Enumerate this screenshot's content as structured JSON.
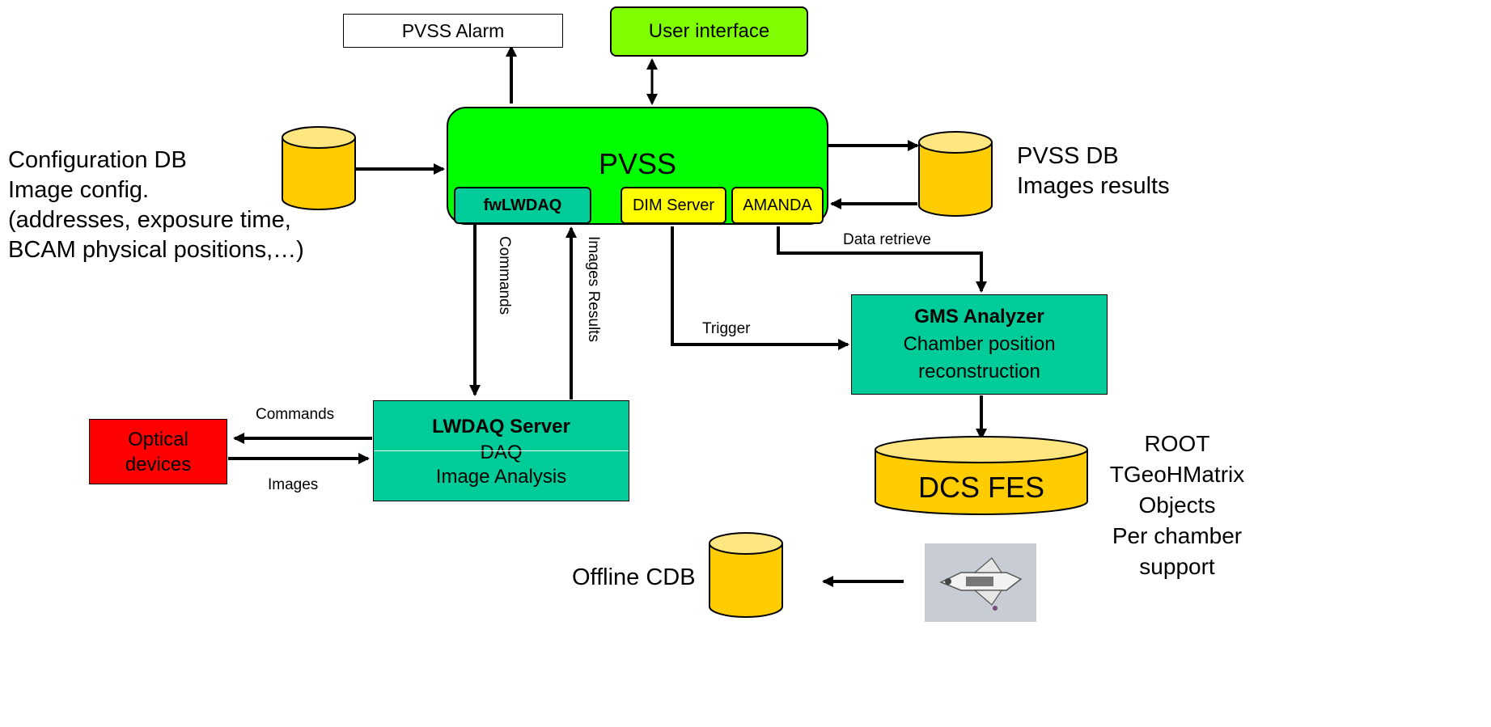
{
  "colors": {
    "green_bright": "#00ff00",
    "green_light": "#80ff00",
    "teal": "#00cc99",
    "yellow": "#ffff00",
    "db_yellow": "#ffcc00",
    "red": "#ff0000"
  },
  "nodes": {
    "pvss_alarm": "PVSS Alarm",
    "user_interface": "User interface",
    "pvss": "PVSS",
    "fwlwdaq": "fwLWDAQ",
    "dim_server": "DIM Server",
    "amanda": "AMANDA",
    "lwdaq_title": "LWDAQ Server",
    "lwdaq_line1": "DAQ",
    "lwdaq_line2": "Image Analysis",
    "optical_line1": "Optical",
    "optical_line2": "devices",
    "gms_title": "GMS Analyzer",
    "gms_line1": "Chamber position",
    "gms_line2": "reconstruction",
    "dcs_fes": "DCS FES"
  },
  "labels": {
    "config_db": [
      "Configuration DB",
      "Image config.",
      "(addresses, exposure time,",
      "BCAM physical positions,…)"
    ],
    "pvss_db": [
      "PVSS DB",
      "Images results"
    ],
    "root": [
      "ROOT",
      "TGeoHMatrix",
      "Objects",
      "Per chamber",
      "support"
    ],
    "offline_cdb": "Offline CDB"
  },
  "edges": {
    "commands_vertical": "Commands",
    "images_results": "Images Results",
    "commands_horizontal": "Commands",
    "images": "Images",
    "trigger": "Trigger",
    "data_retrieve": "Data retrieve"
  },
  "icons": {
    "databases": "cylinder-icon",
    "shuttle": "space-shuttle-icon"
  }
}
